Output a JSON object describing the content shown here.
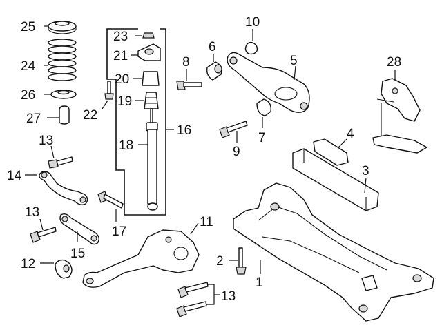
{
  "callouts": {
    "c1": "1",
    "c2": "2",
    "c3": "3",
    "c4": "4",
    "c5": "5",
    "c6": "6",
    "c7": "7",
    "c8": "8",
    "c9": "9",
    "c10": "10",
    "c11": "11",
    "c12": "12",
    "c13a": "13",
    "c13b": "13",
    "c13c": "13",
    "c14": "14",
    "c15": "15",
    "c16": "16",
    "c17": "17",
    "c18": "18",
    "c19": "19",
    "c20": "20",
    "c21": "21",
    "c22": "22",
    "c23": "23",
    "c24": "24",
    "c25": "25",
    "c26": "26",
    "c27": "27",
    "c28": "28"
  }
}
